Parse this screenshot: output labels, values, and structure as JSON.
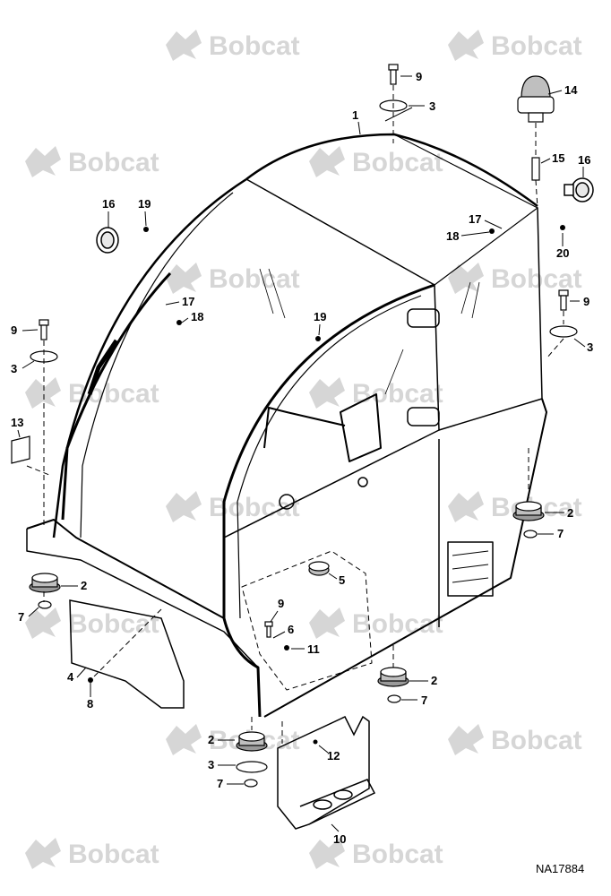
{
  "watermark": {
    "brand": "Bobcat",
    "color": "#d6d6d6"
  },
  "figure_code": "NA17884",
  "callouts": [
    "1",
    "2",
    "3",
    "4",
    "5",
    "6",
    "7",
    "8",
    "9",
    "10",
    "11",
    "12",
    "13",
    "14",
    "15",
    "16",
    "17",
    "18",
    "19",
    "20"
  ]
}
